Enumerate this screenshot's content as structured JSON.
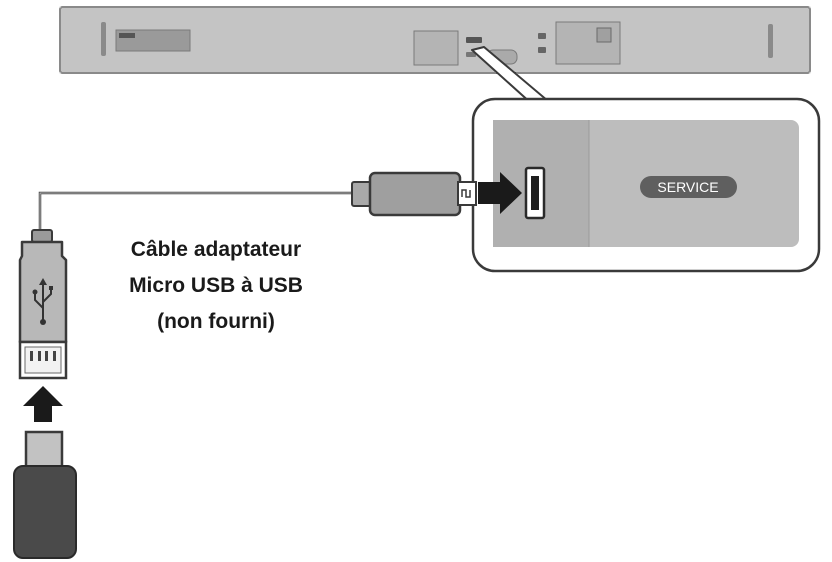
{
  "caption": {
    "line1": "Câble adaptateur",
    "line2": "Micro USB à USB",
    "line3": "(non fourni)"
  },
  "port_label": "SERVICE",
  "icons": {
    "usb_symbol": "usb-icon",
    "insert_arrow": "arrow-up-icon",
    "connect_arrow": "arrow-right-icon"
  },
  "colors": {
    "device_body": "#bcbcbc",
    "device_outline": "#3a3a3a",
    "badge_fill": "#5f5f5f",
    "usb_stick": "#4a4a4a"
  }
}
